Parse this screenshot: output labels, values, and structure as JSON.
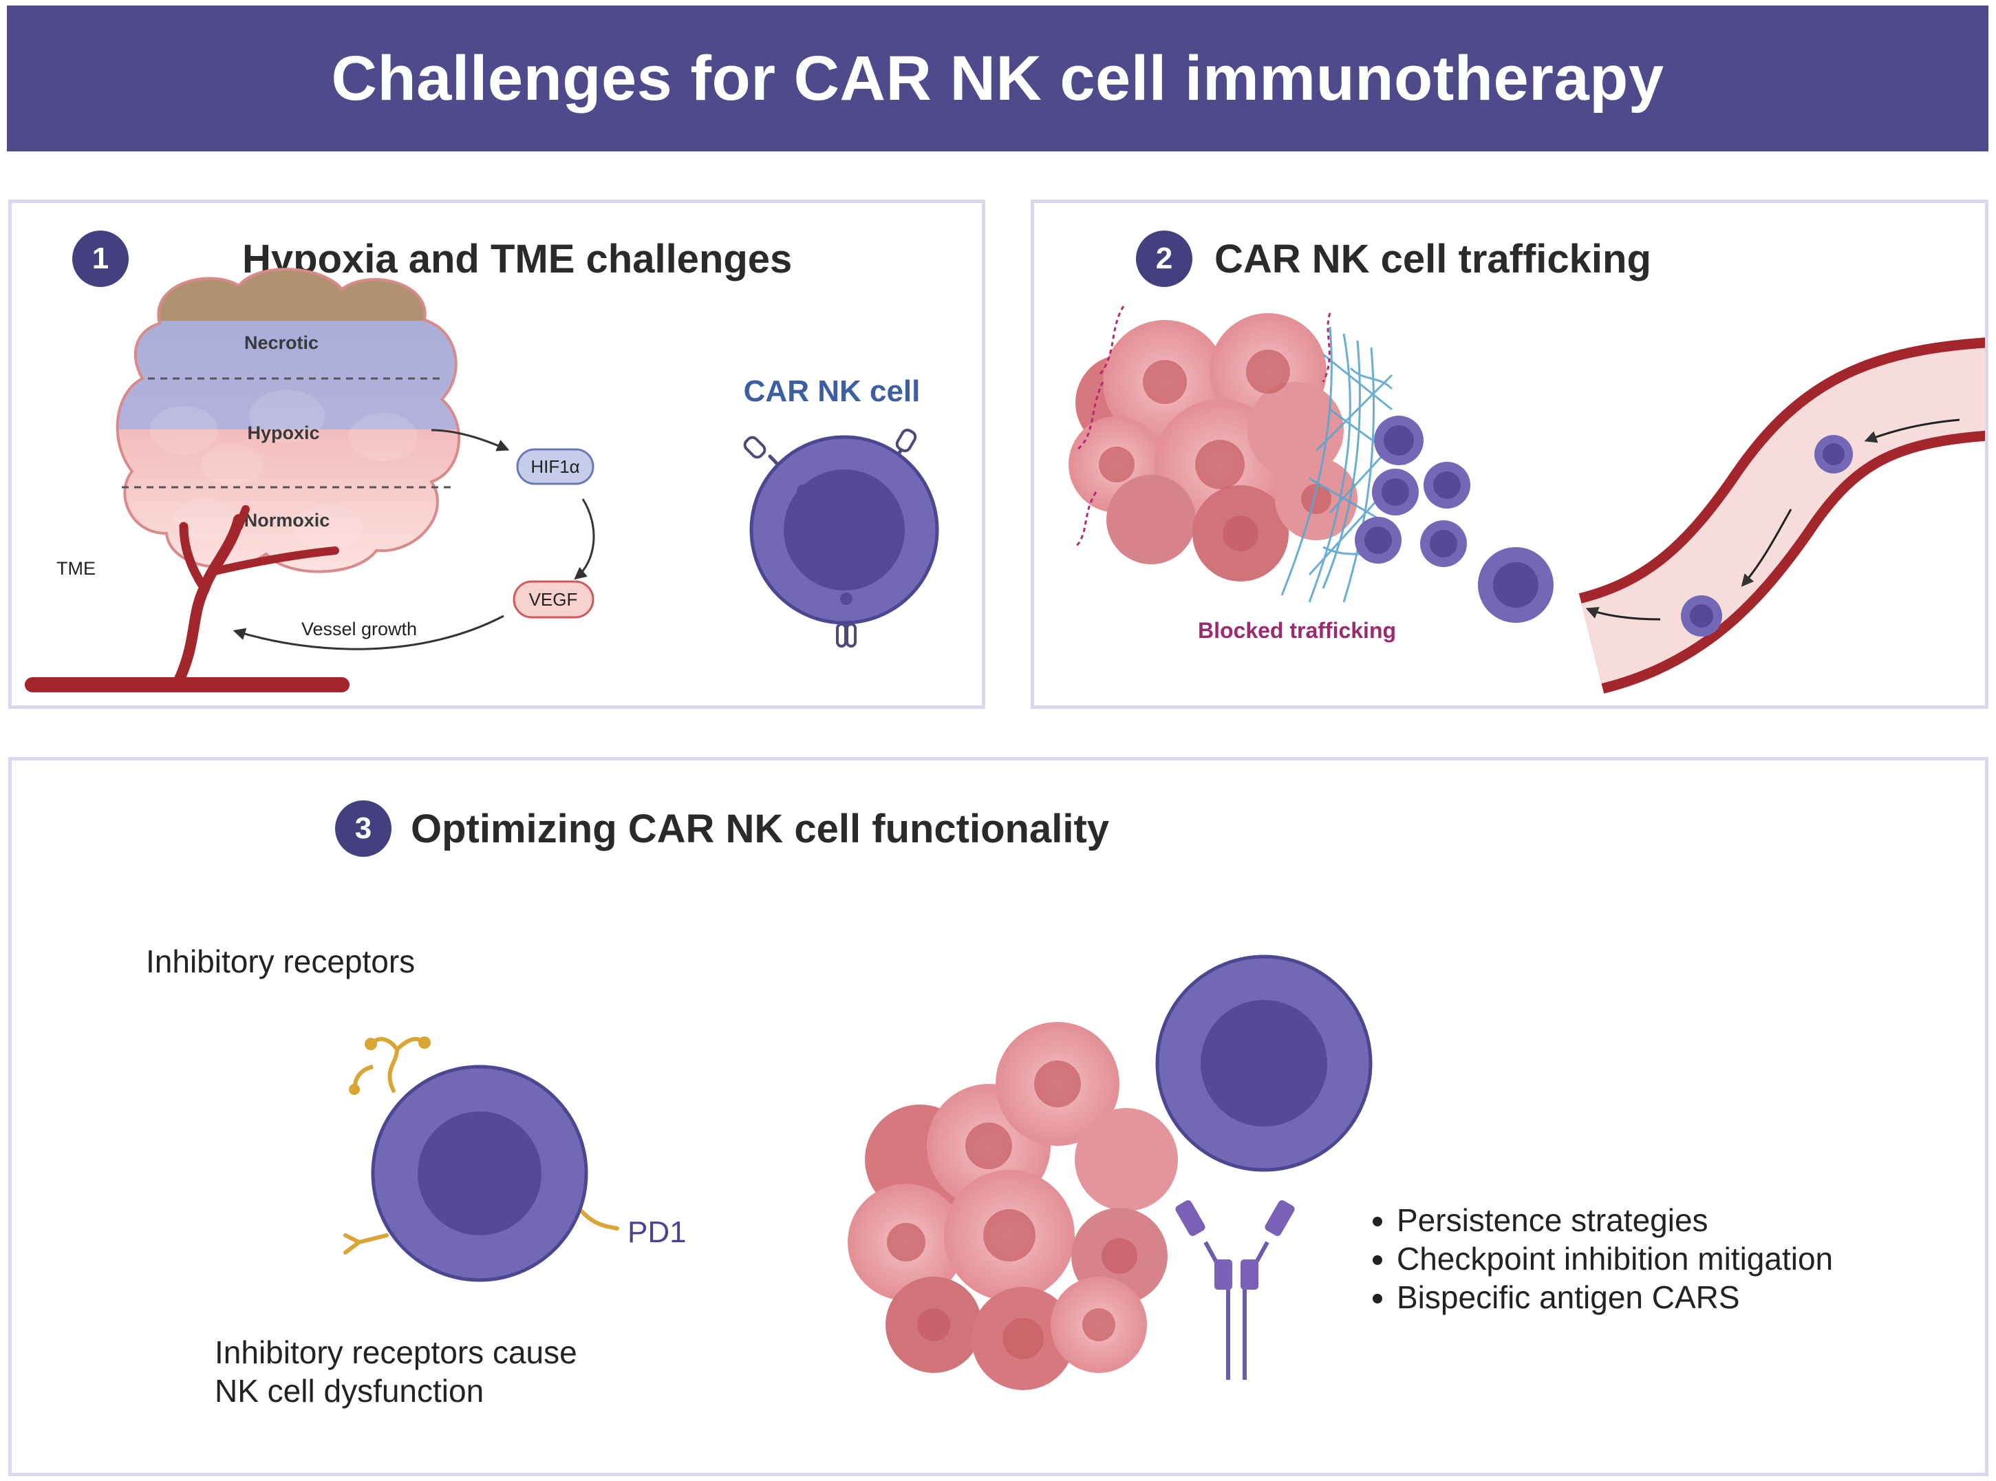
{
  "header": {
    "title": "Challenges for CAR NK cell immunotherapy"
  },
  "panel1": {
    "number": "1",
    "title": "Hypoxia and TME challenges",
    "zones": {
      "necrotic": "Necrotic",
      "hypoxic": "Hypoxic",
      "normoxic": "Normoxic"
    },
    "tme": "TME",
    "hif": "HIF1α",
    "vegf": "VEGF",
    "vessel": "Vessel growth",
    "cell_label": "CAR NK cell"
  },
  "panel2": {
    "number": "2",
    "title": "CAR NK cell trafficking",
    "blocked": "Blocked trafficking"
  },
  "panel3": {
    "number": "3",
    "title": "Optimizing CAR NK cell functionality",
    "inhibitory_receptors": "Inhibitory receptors",
    "pd1": "PD1",
    "caption_line1": "Inhibitory receptors cause",
    "caption_line2": "NK cell dysfunction",
    "bullets": [
      "Persistence strategies",
      "Checkpoint inhibition mitigation",
      "Bispecific antigen CARS"
    ]
  },
  "colors": {
    "banner": "#4f4a8c",
    "cell_outer": "#7368b5",
    "cell_inner": "#544a99",
    "tumor": "#e8a0a4",
    "vessel": "#a3262c",
    "blocked_text": "#9b2a6e",
    "collagen": "#5aa6d0",
    "receptor": "#d9a534"
  }
}
